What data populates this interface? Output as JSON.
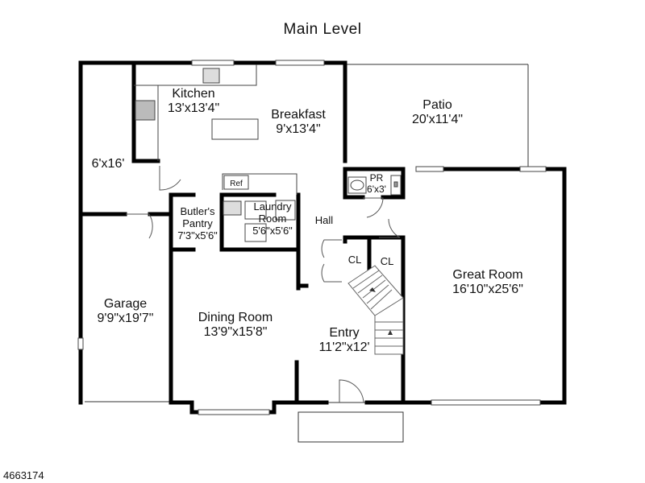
{
  "title": "Main Level",
  "listing_id": "4663174",
  "appliance_labels": {
    "ref": "Ref"
  },
  "rooms": [
    {
      "id": "kitchen",
      "name": "Kitchen",
      "size": "13'x13'4\""
    },
    {
      "id": "breakfast",
      "name": "Breakfast",
      "size": "9'x13'4\""
    },
    {
      "id": "patio",
      "name": "Patio",
      "size": "20'x11'4\""
    },
    {
      "id": "storage",
      "name": "",
      "size": "6'x16'"
    },
    {
      "id": "powder-room",
      "name": "PR",
      "size": "6'x3'"
    },
    {
      "id": "butlers-pantry",
      "name": "Butler's Pantry",
      "size": "7'3\"x5'6\""
    },
    {
      "id": "laundry-room",
      "name": "Laundry Room",
      "size": "5'6\"x5'6\""
    },
    {
      "id": "hall",
      "name": "Hall",
      "size": ""
    },
    {
      "id": "closet-1",
      "name": "CL",
      "size": ""
    },
    {
      "id": "closet-2",
      "name": "CL",
      "size": ""
    },
    {
      "id": "garage",
      "name": "Garage",
      "size": "9'9\"x19'7\""
    },
    {
      "id": "dining-room",
      "name": "Dining Room",
      "size": "13'9\"x15'8\""
    },
    {
      "id": "entry",
      "name": "Entry",
      "size": "11'2\"x12'"
    },
    {
      "id": "great-room",
      "name": "Great Room",
      "size": "16'10\"x25'6\""
    }
  ]
}
